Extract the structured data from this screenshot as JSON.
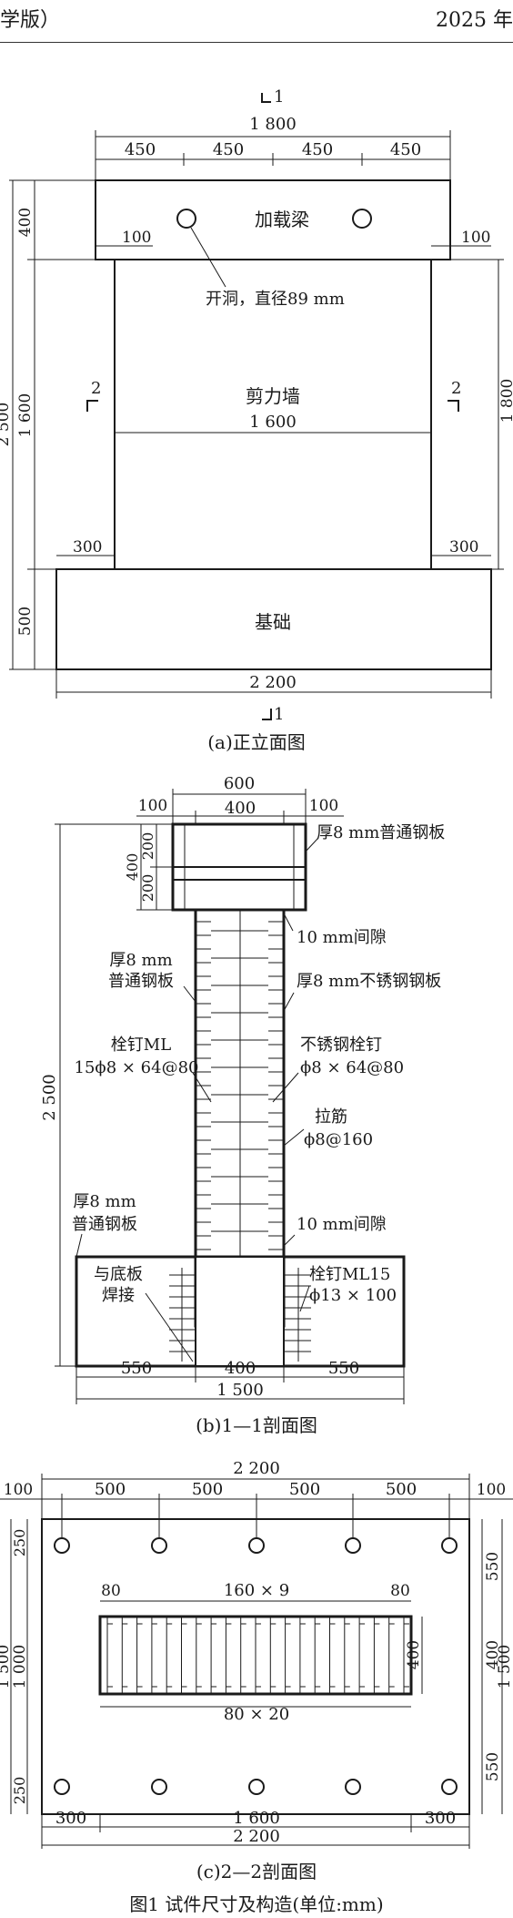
{
  "header": {
    "left": "学版）",
    "right": "2025 年"
  },
  "fig_a": {
    "section_top": "1",
    "section_bottom": "1",
    "dim_total_top": "1 800",
    "dim_top_segs": [
      "450",
      "450",
      "450",
      "450"
    ],
    "beam_label": "加载梁",
    "hole_label": "开洞，直径89 mm",
    "dim_100_left": "100",
    "dim_100_right": "100",
    "wall_label": "剪力墙",
    "dim_wall_width": "1 600",
    "section2_left": "2",
    "section2_right": "2",
    "dim_300_left": "300",
    "dim_300_right": "300",
    "foundation_label": "基础",
    "dim_base_width": "2 200",
    "dim_left_400": "400",
    "dim_left_1600": "1 600",
    "dim_left_500": "500",
    "dim_left_total": "2 500",
    "dim_right_1800": "1 800",
    "caption": "(a)正立面图"
  },
  "fig_b": {
    "dim_600": "600",
    "dim_100_l": "100",
    "dim_400": "400",
    "dim_100_r": "100",
    "dim_200_a": "200",
    "dim_200_b": "200",
    "dim_400_v": "400",
    "dim_2500": "2 500",
    "label_plate_top": "厚8 mm普通钢板",
    "label_gap_top": "10 mm间隙",
    "label_plate_left_1": "厚8 mm",
    "label_plate_left_2": "普通钢板",
    "label_ss_plate": "厚8 mm不锈钢钢板",
    "label_stud_1": "栓钉ML",
    "label_stud_2": "15ϕ8 × 64@80",
    "label_ss_stud_1": "不锈钢栓钉",
    "label_ss_stud_2": "ϕ8 × 64@80",
    "label_tie_1": "拉筋",
    "label_tie_2": "ϕ8@160",
    "label_plate_low_1": "厚8 mm",
    "label_plate_low_2": "普通钢板",
    "label_gap_low": "10 mm间隙",
    "label_weld_1": "与底板",
    "label_weld_2": "焊接",
    "label_stud15_1": "栓钉ML15",
    "label_stud15_2": "ϕ13 × 100",
    "dim_550_l": "550",
    "dim_400_b": "400",
    "dim_550_r": "550",
    "dim_1500": "1 500",
    "caption": "(b)1—1剖面图"
  },
  "fig_c": {
    "dim_2200_top": "2 200",
    "dim_100_l": "100",
    "dim_segs": [
      "500",
      "500",
      "500",
      "500"
    ],
    "dim_100_r": "100",
    "dim_80_l": "80",
    "dim_160x9": "160 × 9",
    "dim_80_r": "80",
    "dim_80x20": "80 × 20",
    "dim_left_250_t": "250",
    "dim_left_1000": "1 000",
    "dim_left_250_b": "250",
    "dim_left_1500": "1 500",
    "dim_right_550_t": "550",
    "dim_right_400": "400",
    "dim_right_550_b": "550",
    "dim_right_1500": "1 500",
    "dim_inner_400": "400",
    "dim_300_l": "300",
    "dim_1600": "1 600",
    "dim_300_r": "300",
    "dim_2200_bottom": "2 200",
    "caption": "(c)2—2剖面图"
  },
  "figure_caption": "图1  试件尺寸及构造(单位:mm)"
}
